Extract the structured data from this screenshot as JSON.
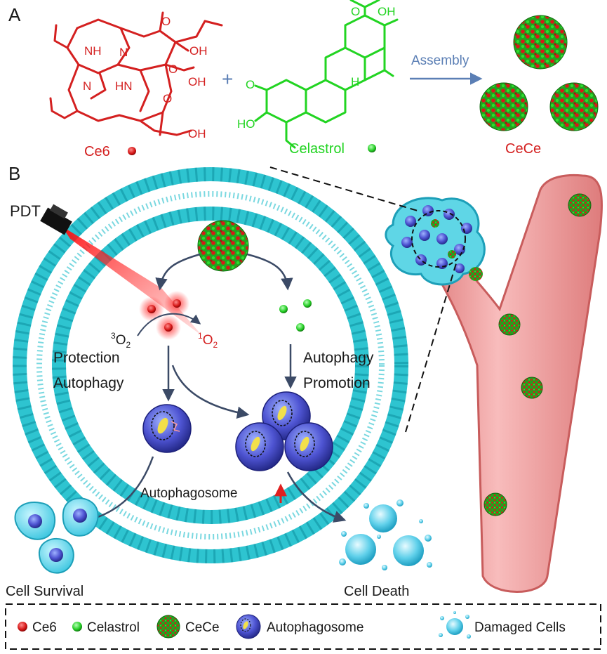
{
  "panel_a": {
    "label": "A",
    "ce6": {
      "name": "Ce6",
      "atom_labels": [
        "NH",
        "N",
        "N",
        "HN",
        "OH",
        "O",
        "OH",
        "O",
        "O",
        "OH"
      ],
      "color": "#d42020"
    },
    "plus": "+",
    "celastrol": {
      "name": "Celastrol",
      "atom_labels": [
        "O",
        "OH",
        "O",
        "HO",
        "H"
      ],
      "color": "#22d422"
    },
    "assembly_label": "Assembly",
    "product_name": "CeCe"
  },
  "panel_b": {
    "label": "B",
    "pdt_label": "PDT",
    "triplet_oxygen": {
      "sup": "3",
      "base": "O",
      "sub": "2"
    },
    "singlet_oxygen": {
      "sup": "1",
      "base": "O",
      "sub": "2"
    },
    "protection_autophagy": [
      "Protection",
      "Autophagy"
    ],
    "autophagy_promotion": [
      "Autophagy",
      "Promotion"
    ],
    "autophagosome_label": "Autophagosome",
    "cell_survival_label": "Cell Survival",
    "cell_death_label": "Cell Death"
  },
  "legend": {
    "items": [
      {
        "icon": "ce6-dot-icon",
        "label": "Ce6"
      },
      {
        "icon": "celastrol-dot-icon",
        "label": "Celastrol"
      },
      {
        "icon": "cece-nanoparticle-icon",
        "label": "CeCe"
      },
      {
        "icon": "autophagosome-icon",
        "label": "Autophagosome"
      },
      {
        "icon": "damaged-cell-icon",
        "label": "Damaged Cells"
      }
    ]
  },
  "colors": {
    "ce6": "#d42020",
    "celastrol": "#22d422",
    "membrane": "#2ec4d0",
    "vessel": "#f2a5a5",
    "autophagosome": "#5b5fd6",
    "assembly_arrow": "#5b7fb5"
  }
}
